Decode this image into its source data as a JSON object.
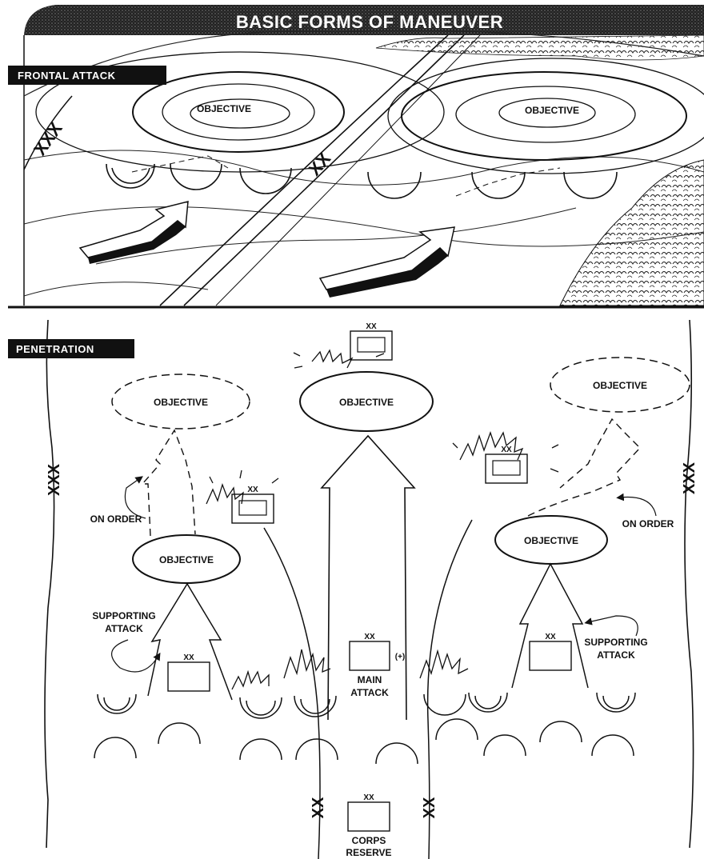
{
  "title": "BASIC FORMS OF MANEUVER",
  "frontal_attack": {
    "label": "FRONTAL ATTACK",
    "objective_left": "OBJECTIVE",
    "objective_right": "OBJECTIVE",
    "boundary_corps": "XXX",
    "boundary_division": "XX"
  },
  "penetration": {
    "label": "PENETRATION",
    "objective_top_left": "OBJECTIVE",
    "objective_top_center": "OBJECTIVE",
    "objective_top_right": "OBJECTIVE",
    "objective_mid_left": "OBJECTIVE",
    "objective_mid_right": "OBJECTIVE",
    "on_order_left": "ON ORDER",
    "on_order_right": "ON ORDER",
    "supporting_attack_left": [
      "SUPPORTING",
      "ATTACK"
    ],
    "supporting_attack_right": [
      "SUPPORTING",
      "ATTACK"
    ],
    "main_attack": [
      "MAIN",
      "ATTACK"
    ],
    "main_attack_modifier": "(+)",
    "corps_reserve": [
      "CORPS",
      "RESERVE"
    ],
    "echelon_division": "XX",
    "boundary_corps": "XXX",
    "boundary_division": "XX"
  }
}
